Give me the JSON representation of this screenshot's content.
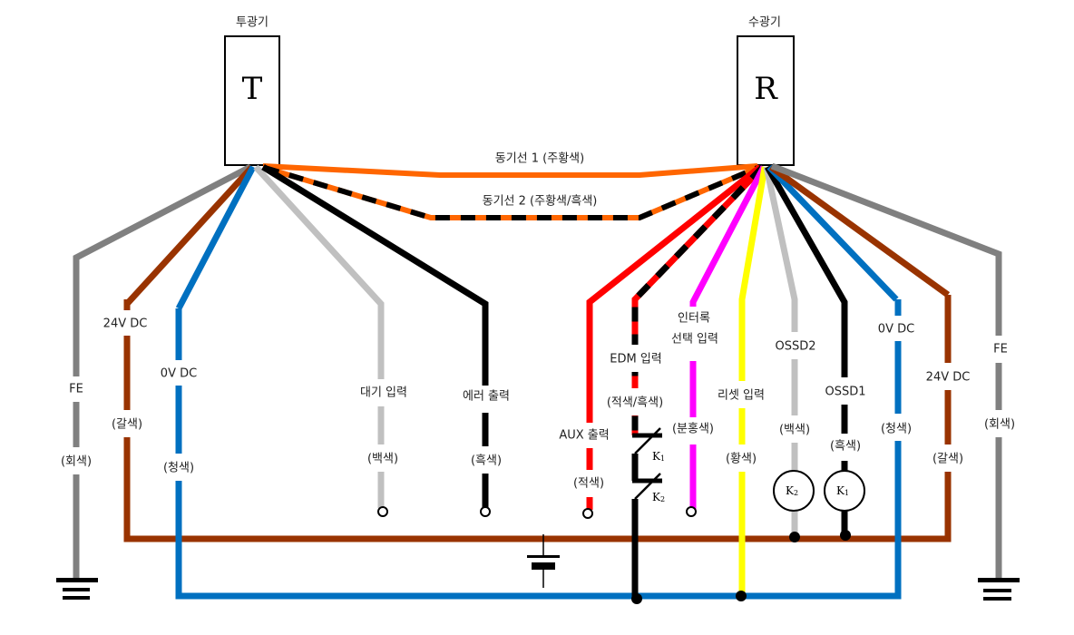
{
  "colors": {
    "gray": "#808080",
    "brown": "#993300",
    "blue": "#0070C0",
    "white_wire": "#C0C0C0",
    "black": "#000000",
    "orange": "#FF6600",
    "red": "#FF0000",
    "pink": "#FF00FF",
    "yellow": "#FFFF00"
  },
  "emitter": {
    "title": "투광기",
    "letter": "T"
  },
  "receiver": {
    "title": "수광기",
    "letter": "R"
  },
  "sync_lines": [
    {
      "label": "동기선 1 (주황색)"
    },
    {
      "label": "동기선 2 (주황색/흑색)"
    }
  ],
  "emitter_wires": [
    {
      "id": "fe",
      "name": "FE",
      "color_label": "(회색)"
    },
    {
      "id": "24v",
      "name": "24V DC",
      "color_label": "(갈색)"
    },
    {
      "id": "0v",
      "name": "0V DC",
      "color_label": "(청색)"
    },
    {
      "id": "standby",
      "name": "대기 입력",
      "color_label": "(백색)"
    },
    {
      "id": "error",
      "name": "에러 출력",
      "color_label": "(흑색)"
    }
  ],
  "receiver_wires": [
    {
      "id": "aux",
      "name": "AUX 출력",
      "color_label": "(적색)"
    },
    {
      "id": "edm",
      "name": "EDM 입력",
      "color_label": "(적색/흑색)"
    },
    {
      "id": "interlock",
      "name_line1": "인터록",
      "name_line2": "선택 입력",
      "color_label": "(분홍색)"
    },
    {
      "id": "reset",
      "name": "리셋 입력",
      "color_label": "(황색)"
    },
    {
      "id": "ossd2",
      "name": "OSSD2",
      "color_label": "(백색)"
    },
    {
      "id": "ossd1",
      "name": "OSSD1",
      "color_label": "(흑색)"
    },
    {
      "id": "0v",
      "name": "0V DC",
      "color_label": "(청색)"
    },
    {
      "id": "24v",
      "name": "24V DC",
      "color_label": "(갈색)"
    },
    {
      "id": "fe",
      "name": "FE",
      "color_label": "(회색)"
    }
  ],
  "relays": {
    "k1": {
      "label": "K",
      "sub": "1"
    },
    "k2": {
      "label": "K",
      "sub": "2"
    }
  }
}
